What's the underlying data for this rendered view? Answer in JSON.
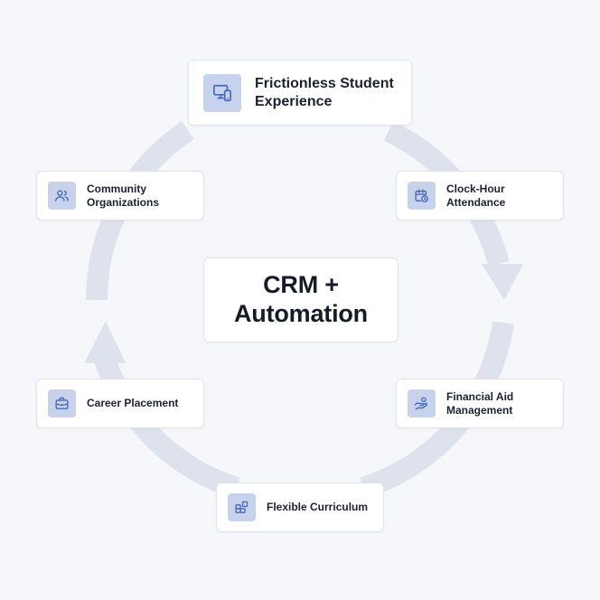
{
  "diagram": {
    "center": {
      "line1": "CRM +",
      "line2": "Automation"
    },
    "nodes": {
      "top": {
        "line1": "Frictionless Student",
        "line2": "Experience",
        "icon": "devices-icon"
      },
      "community": {
        "line1": "Community",
        "line2": "Organizations",
        "icon": "people-icon"
      },
      "clock": {
        "line1": "Clock-Hour",
        "line2": "Attendance",
        "icon": "calendar-clock-icon"
      },
      "career": {
        "line1": "Career Placement",
        "icon": "briefcase-icon"
      },
      "financial": {
        "line1": "Financial Aid",
        "line2": "Management",
        "icon": "hand-coin-icon"
      },
      "flexible": {
        "line1": "Flexible Curriculum",
        "icon": "blocks-icon"
      }
    },
    "colors": {
      "background": "#f6f7fa",
      "ring": "#dde2ec",
      "icon_bg": "#c7d3ec",
      "icon_stroke": "#4a68b0",
      "card_border": "#dfe3ec",
      "text": "#1b2130"
    }
  }
}
